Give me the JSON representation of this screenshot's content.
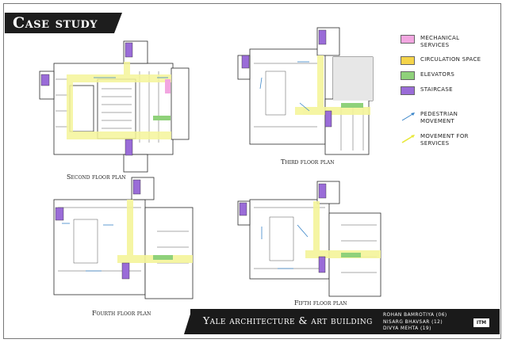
{
  "slide": {
    "title": "Case study",
    "footer_title": "Yale architecture & art building",
    "authors": [
      "ROHAN BAMROTIYA (06)",
      "NISARG BHAVSAR (12)",
      "DIVYA MEHTA (19)"
    ],
    "logo_text": "ITM"
  },
  "plans": {
    "second": "Second floor plan",
    "third": "Third floor plan",
    "fourth": "Fourth floor plan",
    "fifth": "Fifth floor plan"
  },
  "legend": {
    "mechanical": "MECHANICAL SERVICES",
    "circulation": "CIRCULATION SPACE",
    "elevators": "ELEVATORS",
    "staircase": "STAIRCASE",
    "pedestrian": "PEDESTRIAN MOVEMENT",
    "services": "MOVEMENT FOR SERVICES"
  },
  "colors": {
    "mechanical": "#f2a6e0",
    "circulation": "#f5d44a",
    "elevators": "#8fd17a",
    "staircase": "#9a6cd8",
    "pedestrian_arrow": "#3b86c9",
    "service_arrow": "#f4f55a",
    "plan_line": "#2a2a2a"
  }
}
